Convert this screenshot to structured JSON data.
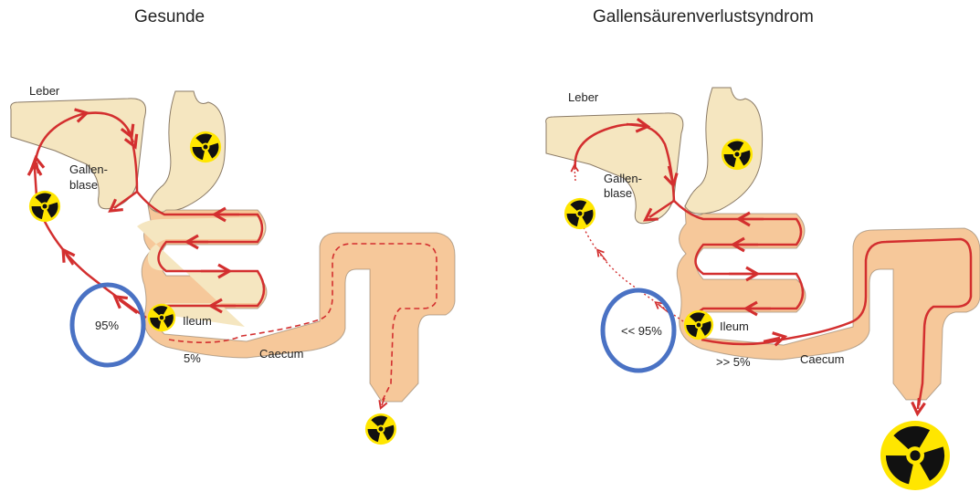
{
  "left": {
    "title": "Gesunde",
    "labels": {
      "leber": "Leber",
      "gallen": "Gallen-",
      "blase": "blase",
      "ileum": "Ileum",
      "caecum": "Caecum",
      "reabsorbed_pct": "95%",
      "excreted_pct": "5%"
    }
  },
  "right": {
    "title": "Gallensäurenverlustsyndrom",
    "labels": {
      "leber": "Leber",
      "gallen": "Gallen-",
      "blase": "blase",
      "ileum": "Ileum",
      "caecum": "Caecum",
      "reabsorbed_pct": "<< 95%",
      "excreted_pct": ">> 5%"
    }
  },
  "colors": {
    "liver_fill": "#f5e6c0",
    "colon_fill": "#f6c89a",
    "organ_stroke": "#8a7a66",
    "flow_red": "#d32f2f",
    "circle_blue": "#4a72c4",
    "radiation_yellow": "#ffe600",
    "radiation_black": "#111111"
  },
  "icons": [
    "radiation-icon"
  ]
}
